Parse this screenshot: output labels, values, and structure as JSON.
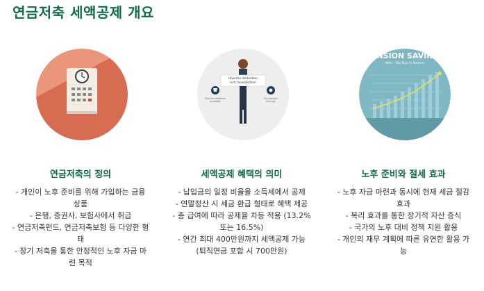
{
  "title": "연금저축 세액공제 개요",
  "colors": {
    "accent": "#0f6b4a",
    "text": "#333333"
  },
  "cards": [
    {
      "title": "연금저축의 정의",
      "illustration": "calculator-clock-illustration",
      "items": [
        "- 개인이 노후 준비를 위해 가입하는 금융 상품",
        "- 은행, 증권사, 보험사에서 취급",
        "- 연금저축펀드, 연금저축보험 등 다양한 형태",
        "- 장기 저축을 통한 안정적인 노후 자금 마련 목적"
      ]
    },
    {
      "title": "세액공제 혜택의 의미",
      "illustration": "tax-deduction-person-illustration",
      "illustration_texts": {
        "sign": "How tax deduction ech, bnedjection",
        "left_label": "Procure ordelisos availabls",
        "right_label": "Fro posiobn savings"
      },
      "items": [
        "- 납입금의 일정 비율을 소득세에서 공제",
        "- 연말정산 시 세금 환급 형태로 혜택 제공",
        "- 총 급여에 따라 공제율 차등 적용 (13.2% 또는 16.5%)",
        "- 연간 최대 400만원까지 세액공제 가능 (퇴직연금 포함 시 700만원)"
      ]
    },
    {
      "title": "노후 준비와 절세 효과",
      "illustration": "pension-savings-chart-illustration",
      "illustration_texts": {
        "headline": "NSION SAVIN",
        "sub": "Whe - Tax-Terp in Sevires"
      },
      "items": [
        "- 노후 자금 마련과 동시에 현재 세금 절감 효과",
        "- 복리 효과를 통한 장기적 자산 증식",
        "- 국가의 노후 대비 정책 지원 활용",
        "- 개인의 재무 계획에 따른 유연한 활용 가능"
      ]
    }
  ]
}
